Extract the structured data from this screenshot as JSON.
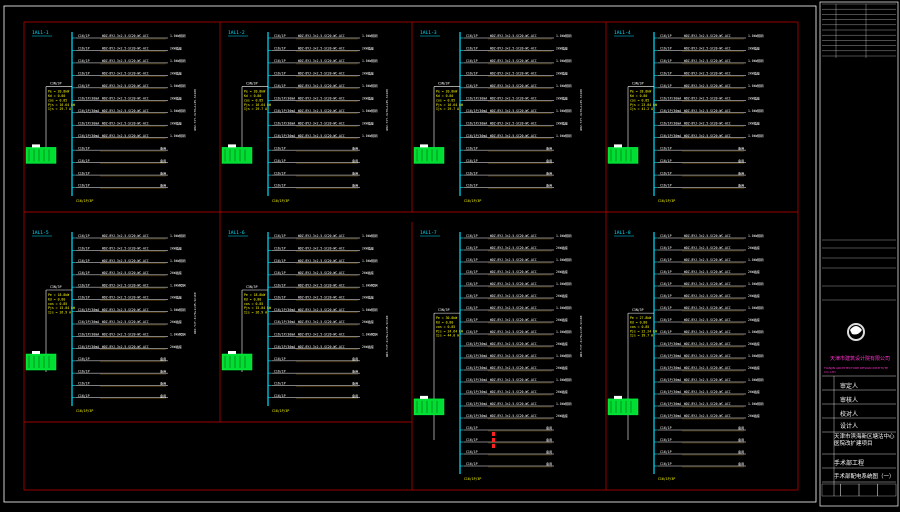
{
  "panels": [
    {
      "id": "1AL1-1",
      "incoming": "C3N/3P",
      "feed": "WDZ-YJY-4×70+1×35-SC100",
      "params": [
        "Pe = 20.8kW",
        "Kd = 0.80",
        "cos = 0.85",
        "Pjs = 16.64 kW",
        "Ijs = 29.7 A"
      ]
    },
    {
      "id": "1AL1-2",
      "incoming": "C3N/3P",
      "feed": "WDZ-YJY-4×70+1×35-SC100",
      "params": [
        "Pe = 20.8kW",
        "Kd = 0.80",
        "cos = 0.85",
        "Pjs = 16.64 kW",
        "Ijs = 29.7 A"
      ]
    },
    {
      "id": "1AL1-3",
      "incoming": "C3N/3P",
      "feed": "WDZ-YJY-4×70+1×35-SC100",
      "params": [
        "Pe = 20.8kW",
        "Kd = 0.80",
        "cos = 0.85",
        "Pjs = 16.64 kW",
        "Ijs = 29.7 A"
      ]
    },
    {
      "id": "1AL1-4",
      "incoming": "C3N/3P",
      "feed": "WDZ-YJY-4×70+1×35-SC100",
      "params": [
        "Pe = 28.8kW",
        "Kd = 0.80",
        "cos = 0.85",
        "Pjs = 23.04 kW",
        "Ijs = 41.2 A"
      ]
    },
    {
      "id": "1AL1-5",
      "incoming": "C3N/3P",
      "feed": "WDZ-YJY-4×70+1×35-SC100",
      "params": [
        "Pe = 18.8kW",
        "Kd = 0.80",
        "cos = 0.85",
        "Pjs = 15.04 kW",
        "Ijs = 26.9 A"
      ]
    },
    {
      "id": "1AL1-6",
      "incoming": "C3N/3P",
      "feed": "WDZ-YJY-4×70+1×35-SC100",
      "params": [
        "Pe = 18.8kW",
        "Kd = 0.80",
        "cos = 0.85",
        "Pjs = 15.04 kW",
        "Ijs = 26.9 A"
      ]
    },
    {
      "id": "1AL1-7",
      "incoming": "C3N/3P",
      "feed": "WDZ-YJY-4×70+1×35-SC100",
      "params": [
        "Pe = 30.8kW",
        "Kd = 0.80",
        "cos = 0.85",
        "Pjs = 24.64 kW",
        "Ijs = 44.0 A"
      ]
    },
    {
      "id": "1AL1-8",
      "incoming": "C3N/3P",
      "feed": "WDZ-YJY-4×70+1×35-SC100",
      "params": [
        "Pe = 27.8kW",
        "Kd = 0.80",
        "cos = 0.85",
        "Pjs = 22.24 kW",
        "Ijs = 39.7 A"
      ]
    }
  ],
  "circuit_label_top": "C16/1P",
  "circuit_label_rcd": "C16/1P/30mA",
  "circuit_label_spare": "C16/1P",
  "circuit_cable": "WDZ-BYJ-3×2.5-SC20-WC-ACC",
  "circuit_load": "1.0kW照明",
  "circuit_load_socket": "2kW插座",
  "spare_label": "备用",
  "bottom_label": "C16/1P/3P",
  "title_block": {
    "top_rows": [
      "",
      "",
      "",
      "",
      "",
      "",
      "",
      "",
      "",
      ""
    ],
    "company_cn": "天津市建筑设计院有限公司",
    "company_en": "TIANJIN ARCHITECTURE DESIGN INSTITUTE CO.,LTD",
    "role_rows": [
      "审定人",
      "审核人",
      "校对人",
      "设计人"
    ],
    "project_name": "天津市滨海新区塘沽中心医院改扩建项目",
    "sub_project": "手术部工程",
    "drawing_title": "手术部配电系统图（一）"
  }
}
